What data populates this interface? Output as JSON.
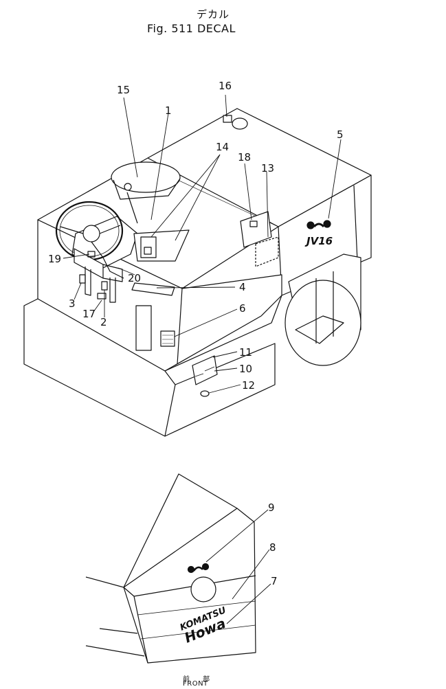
{
  "title_jp": "デカル",
  "title_en": "Fig. 511  DECAL",
  "callouts": {
    "c1": "1",
    "c2": "2",
    "c3": "3",
    "c4": "4",
    "c5": "5",
    "c6": "6",
    "c7": "7",
    "c8": "8",
    "c9": "9",
    "c10": "10",
    "c11": "11",
    "c12": "12",
    "c13": "13",
    "c14": "14",
    "c15": "15",
    "c16": "16",
    "c17": "17",
    "c18": "18",
    "c19": "19",
    "c20": "20"
  },
  "decals": {
    "model": "JV16",
    "brand_top": "KOMATSU",
    "brand_bottom": "Howa"
  },
  "front_jp": "前 部",
  "front_en": "FRONT"
}
